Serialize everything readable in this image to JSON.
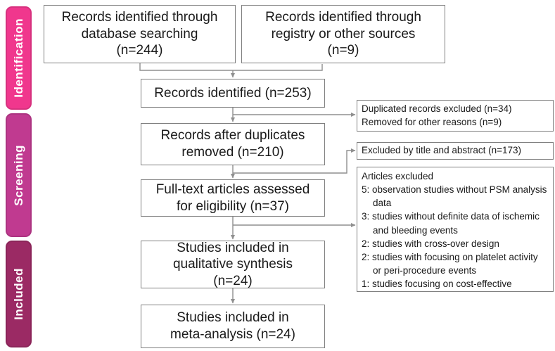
{
  "stages": [
    {
      "label": "Identification",
      "color": "#F0378D"
    },
    {
      "label": "Screening",
      "color": "#C03A90"
    },
    {
      "label": "Included",
      "color": "#9B2A64"
    }
  ],
  "boxes": {
    "database_search": [
      "Records identified through",
      "database searching",
      "(n=244)"
    ],
    "registry_sources": [
      "Records identified through",
      "registry or other sources",
      "(n=9)"
    ],
    "records_identified": "Records identified (n=253)",
    "duplicates_removed": [
      "Records after duplicates",
      "removed (n=210)"
    ],
    "fulltext_assessed": [
      "Full-text articles assessed",
      "for eligibility (n=37)"
    ],
    "qualitative_synthesis": [
      "Studies included in",
      "qualitative synthesis",
      "(n=24)"
    ],
    "meta_analysis": [
      "Studies included in",
      "meta-analysis (n=24)"
    ]
  },
  "exclusions": {
    "duplicates": [
      "Duplicated records excluded (n=34)",
      "Removed for other reasons (n=9)"
    ],
    "title_abstract": "Excluded by title and abstract (n=173)",
    "articles": {
      "title": "Articles excluded",
      "items": [
        "5: observation studies without PSM analysis data",
        "3: studies without definite data of ischemic and bleeding events",
        "2: studies with cross-over design",
        "2: studies with focusing on platelet activity or peri-procedure events",
        "1: studies focusing on cost-effective"
      ]
    }
  },
  "colors": {
    "connector": "#8f8f8f",
    "box_border": "#7f7f7f"
  }
}
